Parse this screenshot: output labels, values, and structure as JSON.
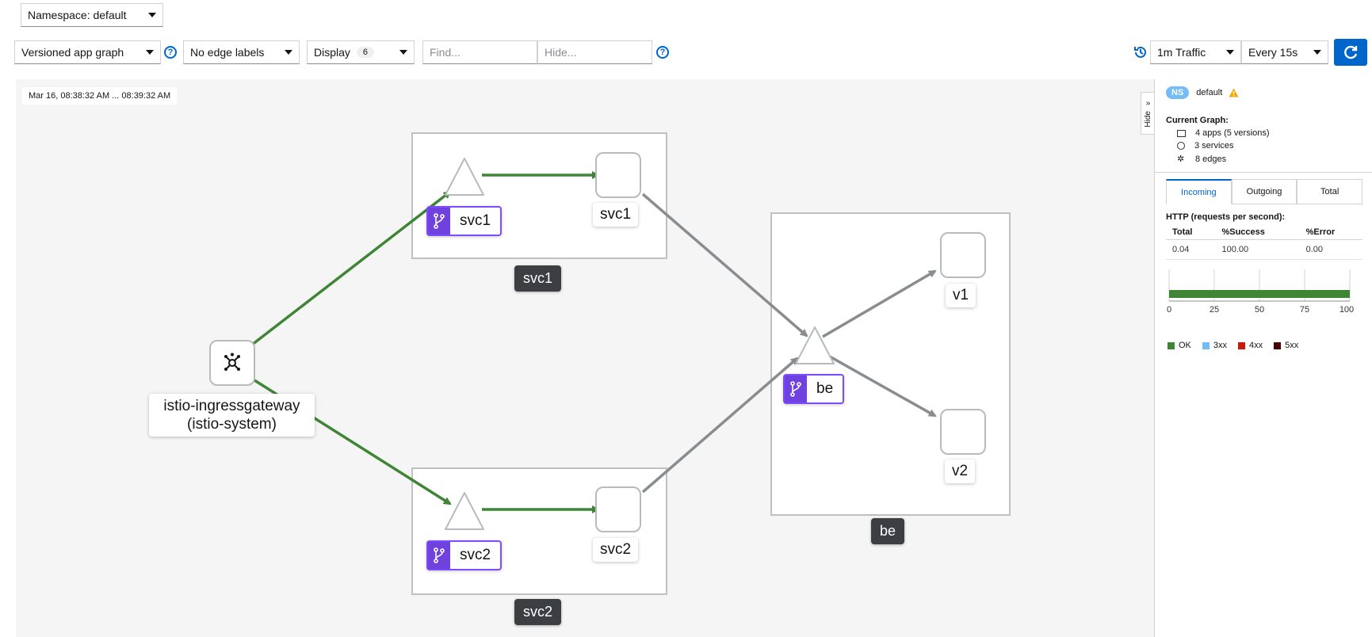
{
  "toolbar": {
    "namespace_label": "Namespace: default",
    "graph_type": "Versioned app graph",
    "edge_labels": "No edge labels",
    "display_label": "Display",
    "display_count": "6",
    "find_placeholder": "Find...",
    "hide_placeholder": "Hide...",
    "traffic": "1m Traffic",
    "refresh_interval": "Every 15s"
  },
  "graph": {
    "timestamp": "Mar 16, 08:38:32 AM ... 08:39:32 AM",
    "gateway_label_line1": "istio-ingressgateway",
    "gateway_label_line2": "(istio-system)",
    "svc1_version_label": "svc1",
    "svc1_service_label": "svc1",
    "svc1_box_label": "svc1",
    "svc2_version_label": "svc2",
    "svc2_service_label": "svc2",
    "svc2_box_label": "svc2",
    "be_version_label": "be",
    "be_box_label": "be",
    "v1_label": "v1",
    "v2_label": "v2",
    "colors": {
      "healthy_edge": "#3e8635",
      "idle_edge": "#8a8d90",
      "version_badge": "#6f42e0"
    }
  },
  "side_panel": {
    "hide_label": "Hide",
    "ns_badge": "NS",
    "namespace": "default",
    "current_graph_label": "Current Graph:",
    "apps": "4 apps (5 versions)",
    "services": "3 services",
    "edges": "8 edges",
    "tabs": [
      "Incoming",
      "Outgoing",
      "Total"
    ],
    "http_title": "HTTP (requests per second):",
    "table_headers": [
      "Total",
      "%Success",
      "%Error"
    ],
    "table_row": [
      "0.04",
      "100.00",
      "0.00"
    ],
    "chart_ticks": [
      "0",
      "25",
      "50",
      "75",
      "100"
    ],
    "legend": [
      "OK",
      "3xx",
      "4xx",
      "5xx"
    ],
    "legend_colors": [
      "#3e8635",
      "#73bcf7",
      "#c9190b",
      "#470000"
    ],
    "success_fraction": 1.0
  }
}
